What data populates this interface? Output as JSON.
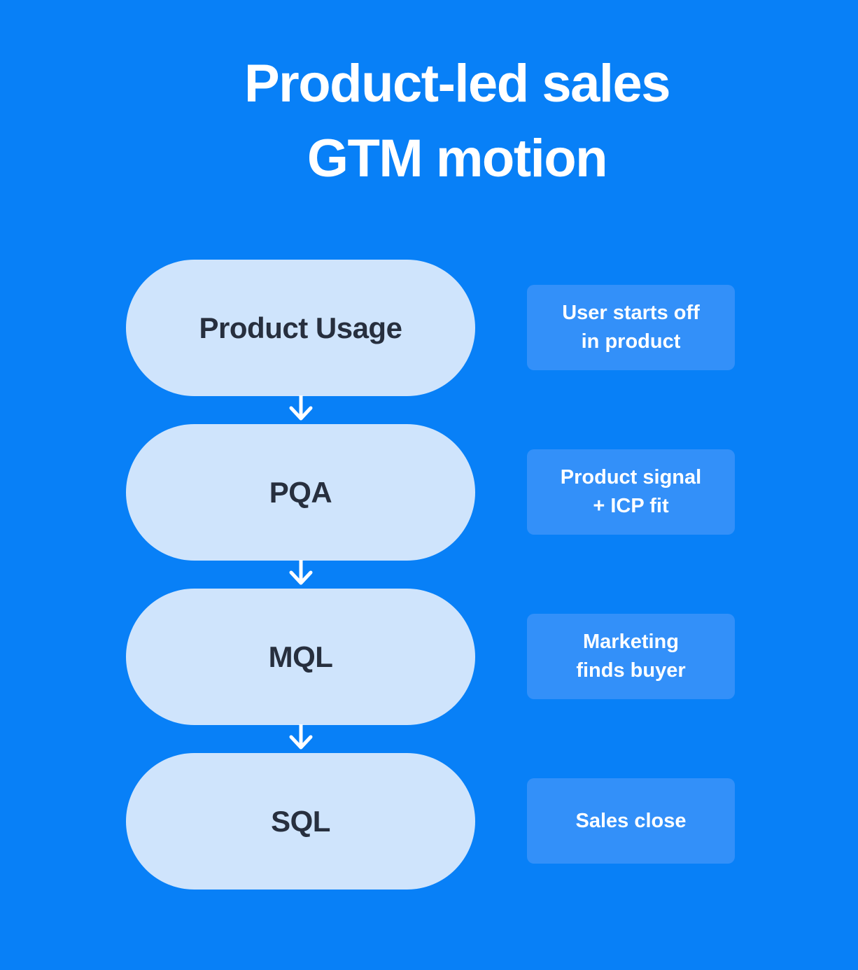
{
  "title": {
    "line1": "Product-led sales",
    "line2": "GTM motion"
  },
  "colors": {
    "background": "#0880f7",
    "stage_pill_bg": "#cfe4fc",
    "stage_pill_text": "#272f3e",
    "note_bg": "#3390f9",
    "note_text": "#ffffff",
    "title_text": "#ffffff",
    "arrow": "#ffffff"
  },
  "flow": {
    "steps": [
      {
        "stage": "Product Usage",
        "note_lines": [
          "User starts off",
          "in product"
        ]
      },
      {
        "stage": "PQA",
        "note_lines": [
          "Product signal",
          "+ ICP fit"
        ]
      },
      {
        "stage": "MQL",
        "note_lines": [
          "Marketing",
          "finds buyer"
        ]
      },
      {
        "stage": "SQL",
        "note_lines": [
          "Sales close"
        ]
      }
    ]
  }
}
